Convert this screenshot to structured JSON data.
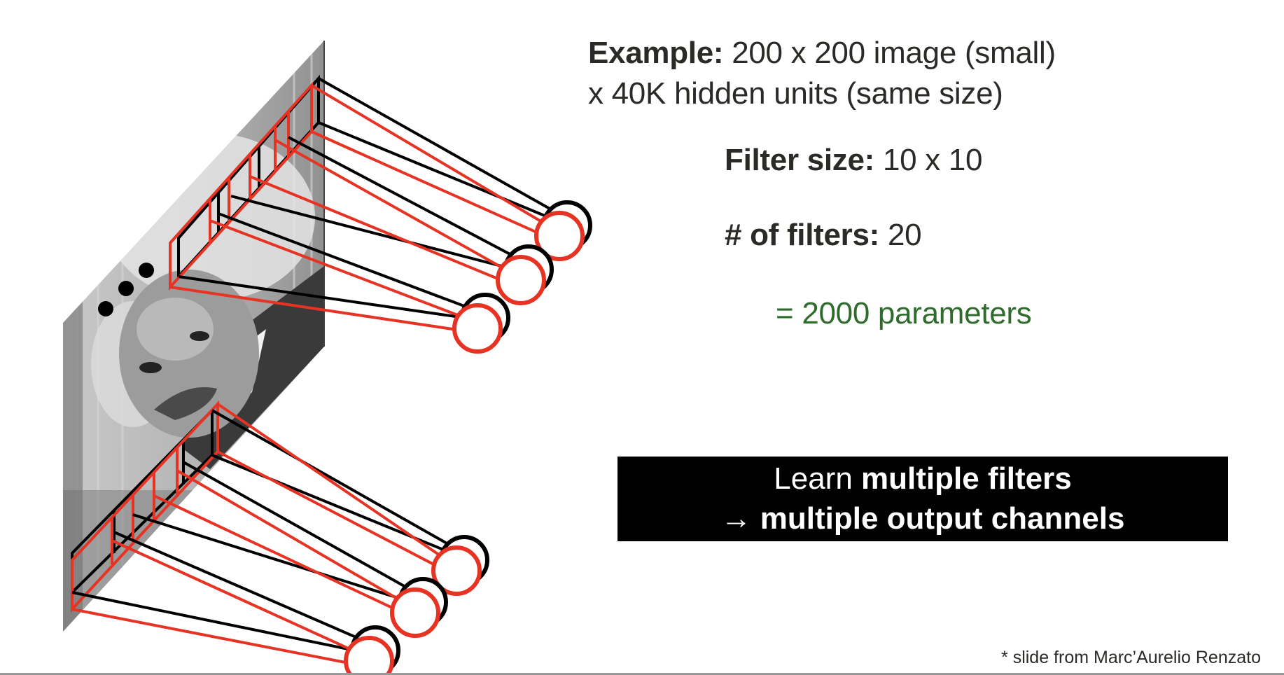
{
  "text": {
    "example_label": "Example:",
    "example_value": "200 x 200 image (small)",
    "hidden_units": "x 40K hidden units (same size)",
    "filter_size_label": "Filter size:",
    "filter_size_value": "10 x 10",
    "num_filters_label": "# of filters:",
    "num_filters_value": "20",
    "parameters": "= 2000 parameters"
  },
  "callout": {
    "prefix": "Learn",
    "bold1": "multiple filters",
    "arrow": "→",
    "bold2": "multiple output channels"
  },
  "credit": "* slide from Marc’Aurelio Renzato",
  "colors": {
    "filter_red": "#e63324",
    "connector_black": "#000000",
    "parameters_green": "#2f6b2c",
    "callout_bg": "#000000"
  }
}
